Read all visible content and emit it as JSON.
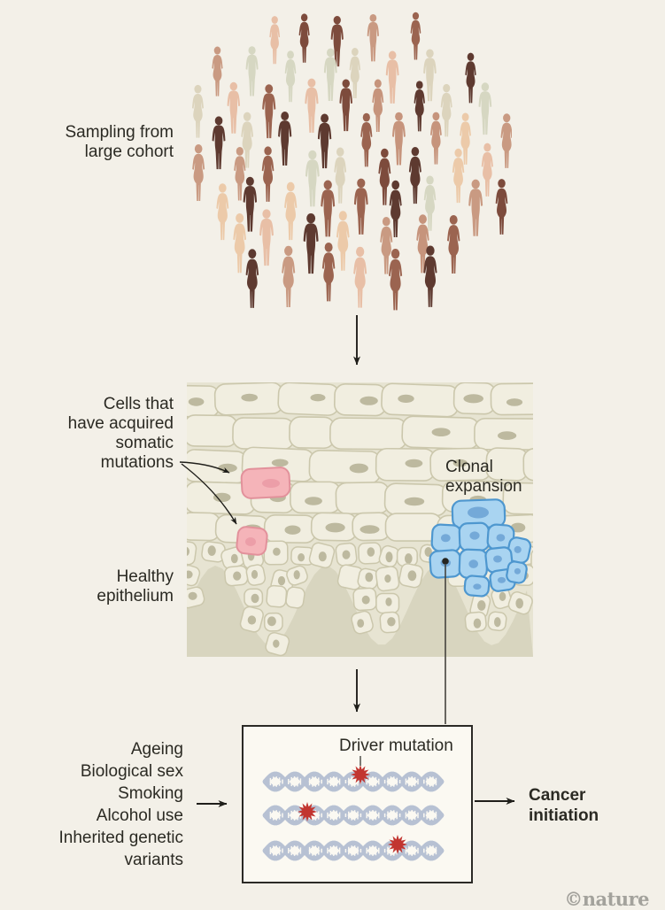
{
  "labels": {
    "sampling": [
      "Sampling from",
      "large cohort"
    ],
    "mutated_cells": [
      "Cells that",
      "have acquired",
      "somatic",
      "mutations"
    ],
    "clonal_expansion": [
      "Clonal",
      "expansion"
    ],
    "healthy_epithelium": [
      "Healthy",
      "epithelium"
    ],
    "risk_factors": [
      "Ageing",
      "Biological sex",
      "Smoking",
      "Alcohol use",
      "Inherited genetic",
      "variants"
    ],
    "driver_mutation": "Driver mutation",
    "cancer_initiation": [
      "Cancer",
      "initiation"
    ],
    "credit": "©nature"
  },
  "colors": {
    "background": "#f3f0e8",
    "text": "#2b2a23",
    "arrow": "#1f1e1a",
    "connector": "#45443e",
    "panel_bg_upper": "#e7e4d2",
    "panel_bg_lower": "#d8d5bf",
    "cell_fill": "#f1eee0",
    "cell_stroke": "#cbc7ac",
    "nucleus_fill": "#b9b59b",
    "pink_fill": "#f5b4b9",
    "pink_stroke": "#e2919b",
    "pink_nucleus": "#ec9ea8",
    "blue_fill": "#a9d4f1",
    "blue_stroke": "#4e97cf",
    "blue_nucleus": "#74a9d8",
    "box_bg": "#fbf9f2",
    "box_border": "#2b2a26",
    "dna": "#b7c1d3",
    "mutation_star": "#c23530",
    "nature_logo": "#a3a29c",
    "crowd_palette": [
      "#d6d7c2",
      "#eccaa9",
      "#c6947c",
      "#5e3a30",
      "#9b6450",
      "#7d4b3c",
      "#e8bfa6",
      "#c99a82",
      "#dcd4bd"
    ]
  }
}
